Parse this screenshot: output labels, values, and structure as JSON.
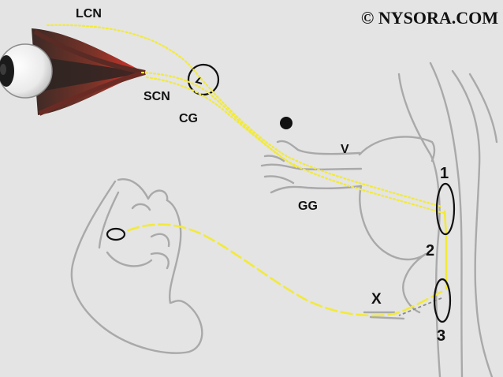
{
  "watermark": "© NYSORA.COM",
  "labels": {
    "lcn": "LCN",
    "scn": "SCN",
    "cg": "CG",
    "v": "V",
    "gg": "GG",
    "x": "X",
    "n1": "1",
    "n2": "2",
    "n3": "3"
  },
  "colors": {
    "background": "#e4e4e4",
    "nerve": "#f2ea3a",
    "anatomy": "#a9a9a9",
    "muscle": "#c0392b",
    "ring": "#111111"
  }
}
